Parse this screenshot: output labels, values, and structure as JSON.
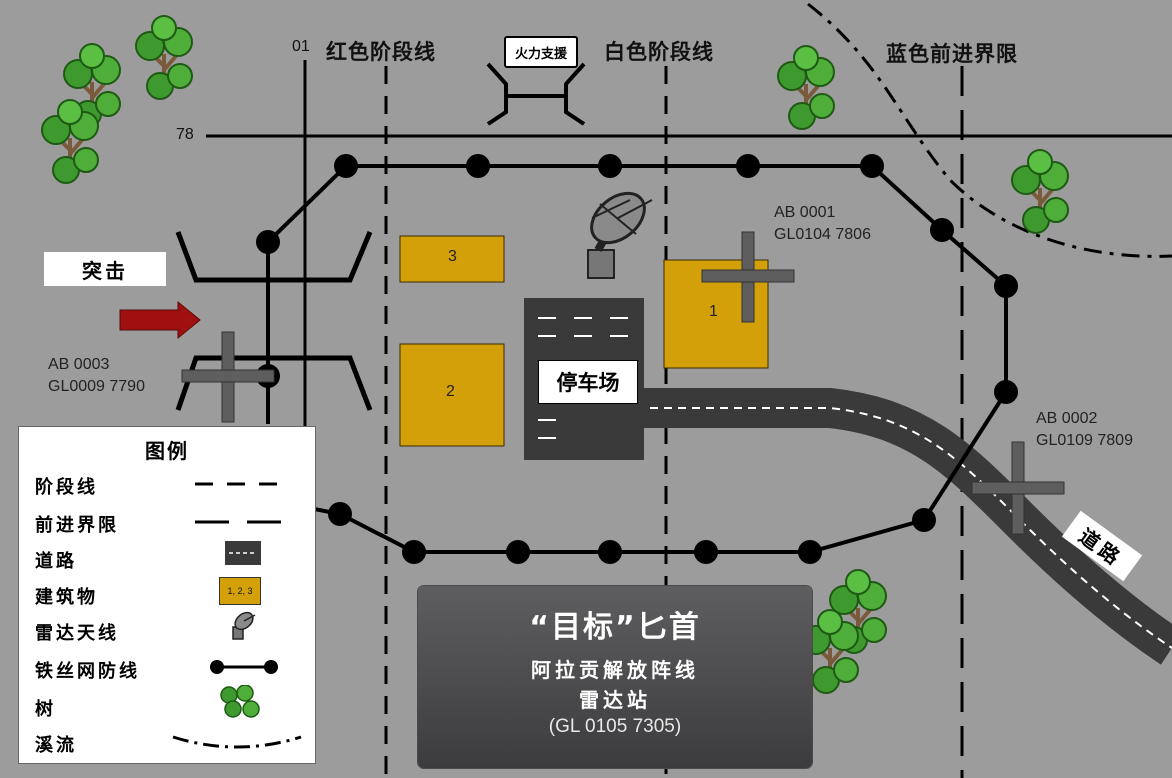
{
  "phase_lines": {
    "red": "红色阶段线",
    "white": "白色阶段线",
    "blue": "蓝色前进界限"
  },
  "grid": {
    "easting": "01",
    "northing": "78"
  },
  "fire_support": "火力支援",
  "attack_label": "突击",
  "parking_label": "停车场",
  "road_label": "道路",
  "buildings": [
    "1",
    "2",
    "3"
  ],
  "checkpoints": {
    "ab0001": {
      "id": "AB 0001",
      "gl": "GL0104 7806"
    },
    "ab0002": {
      "id": "AB 0002",
      "gl": "GL0109 7809"
    },
    "ab0003": {
      "id": "AB 0003",
      "gl": "GL0009 7790"
    }
  },
  "legend": {
    "title": "图例",
    "items": [
      "阶段线",
      "前进界限",
      "道路",
      "建筑物",
      "雷达天线",
      "铁丝网防线",
      "树",
      "溪流"
    ],
    "building_sample": "1, 2, 3"
  },
  "target": {
    "title": "“目标”匕首",
    "org": "阿拉贡解放阵线",
    "site": "雷达站",
    "grid": "(GL 0105 7305)"
  },
  "colors": {
    "background": "#9c9c9c",
    "building": "#d4a00a",
    "road": "#3a3a3a",
    "arrow": "#a01010",
    "tree": "#3e9a2e"
  }
}
